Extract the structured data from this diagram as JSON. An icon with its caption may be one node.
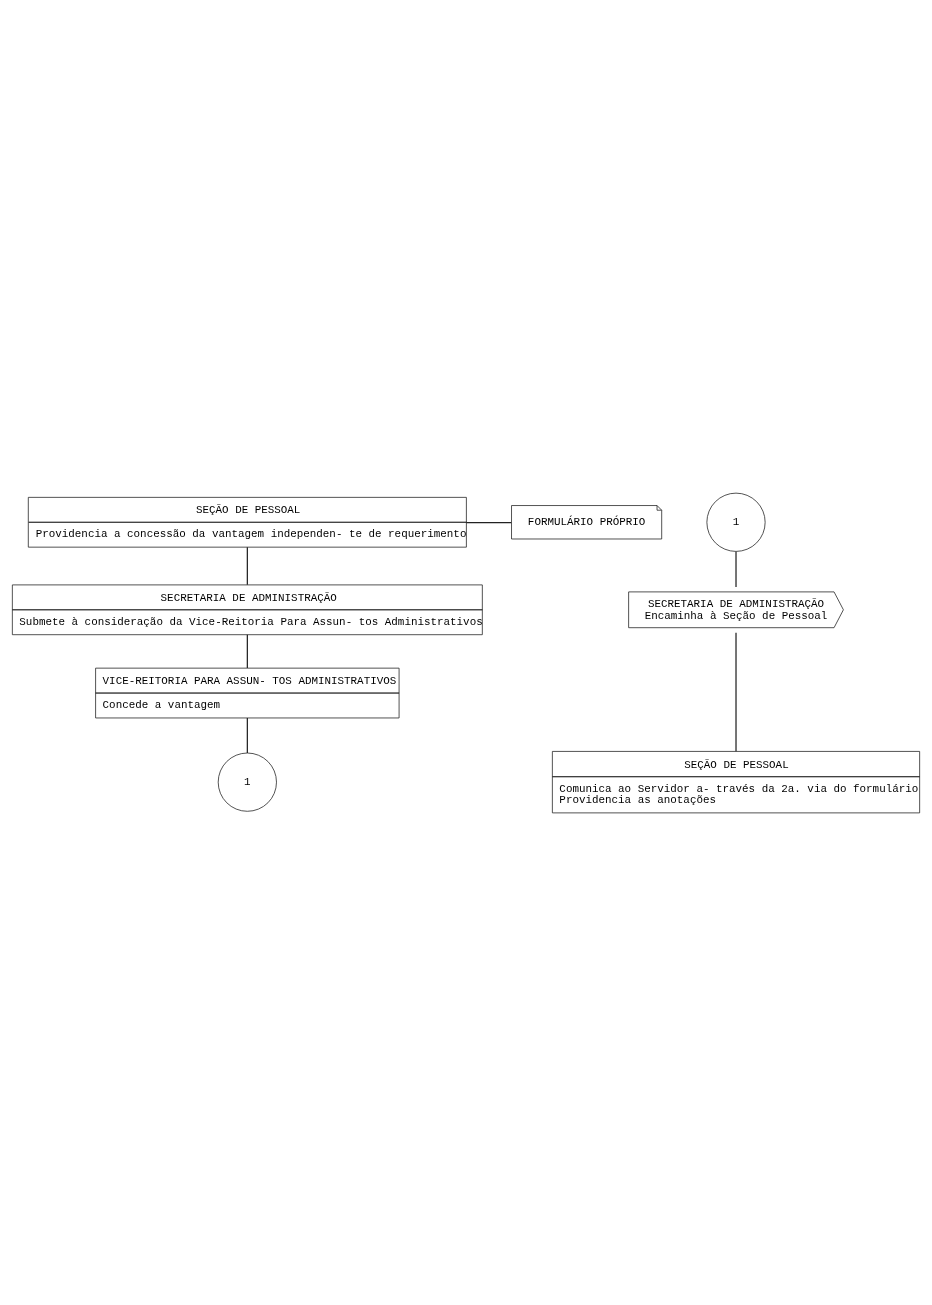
{
  "diagram": {
    "nodes": [
      {
        "text": [
          "SEÇÃO DE PESSOAL",
          "Providencia a concessão da vantagem independen- te de requerimento"
        ]
      },
      {
        "text": [
          "FORMULÁRIO PRÓPRIO"
        ]
      },
      {
        "text": [
          "SECRETARIA DE ADMINISTRAÇÃO",
          "Submete à consideração da Vice-Reitoria Para Assun- tos Administrativos"
        ]
      },
      {
        "text": [
          "VICE-REITORIA PARA ASSUN- TOS ADMINISTRATIVOS",
          "Concede a vantagem"
        ]
      },
      {
        "text": [
          "1"
        ]
      },
      {
        "text": [
          "1"
        ]
      },
      {
        "text": [
          "SECRETARIA DE ADMINISTRAÇÃO",
          "Encaminha à Seção de Pessoal"
        ]
      },
      {
        "text": [
          "SEÇÃO DE PESSOAL",
          "Comunica ao Servidor a- través da 2a. via do formulário",
          "Providencia as anotações"
        ]
      }
    ],
    "edges": [
      {
        "from": 0,
        "to": 1,
        "arrow": "none"
      },
      {
        "from": 0,
        "to": 2,
        "arrow": "none"
      },
      {
        "from": 2,
        "to": 3,
        "arrow": "none"
      },
      {
        "from": 3,
        "to": 4,
        "arrow": "none"
      },
      {
        "from": 5,
        "to": 6,
        "arrow": "none"
      },
      {
        "from": 6,
        "to": 7,
        "arrow": "none"
      }
    ]
  }
}
